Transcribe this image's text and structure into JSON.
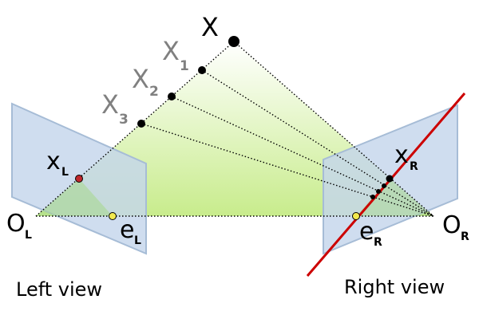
{
  "diagram": {
    "labels": {
      "X": "X",
      "X1": "X",
      "X1_sub": "1",
      "X2": "X",
      "X2_sub": "2",
      "X3": "X",
      "X3_sub": "3",
      "xL": "x",
      "xL_sub": "L",
      "xR": "x",
      "xR_sub": "R",
      "OL": "O",
      "OL_sub": "L",
      "OR": "O",
      "OR_sub": "R",
      "eL": "e",
      "eL_sub": "L",
      "eR": "e",
      "eR_sub": "R"
    },
    "captions": {
      "left_view": "Left view",
      "right_view": "Right view"
    },
    "colors": {
      "plane_fill": "#c5d6ec",
      "plane_stroke": "#a6bcd6",
      "triangle_top": "#ffffff",
      "triangle_bottom": "#c8ec8c",
      "epipolar_line": "#cc0000",
      "epipole_fill": "#f2e94e",
      "image_point_left": "#c0282d",
      "label_gray": "#808080",
      "label_black": "#000000"
    }
  }
}
